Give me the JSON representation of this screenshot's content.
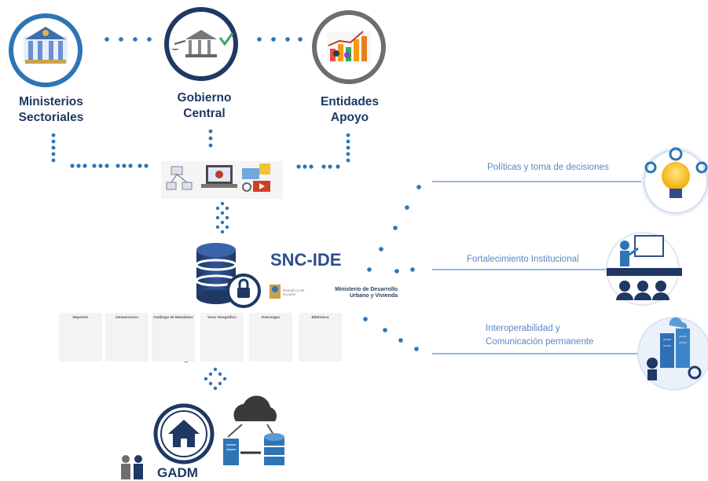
{
  "top_nodes": [
    {
      "label_line1": "Ministerios",
      "label_line2": "Sectoriales",
      "icon": "ministry-building-icon",
      "ring_color": "#2e75b6"
    },
    {
      "label_line1": "Gobierno",
      "label_line2": "Central",
      "icon": "government-scales-icon",
      "ring_color": "#203864"
    },
    {
      "label_line1": "Entidades",
      "label_line2": "Apoyo",
      "icon": "statistics-chart-icon",
      "ring_color": "#6e6e6e"
    }
  ],
  "center": {
    "title": "SNC-IDE",
    "ministry_line1": "Ministerio de Desarrollo",
    "ministry_line2": "Urbano y Vivienda",
    "small_seal_text": "República del Ecuador"
  },
  "modules": [
    {
      "label": "Reportes",
      "icon": "map-pin-icon"
    },
    {
      "label": "Geoservicios",
      "icon": "map-layers-icon"
    },
    {
      "label": "Catálogo de Metadatos",
      "icon": "database-icon"
    },
    {
      "label": "Visor Geográfico",
      "icon": "laptop-map-icon"
    },
    {
      "label": "Descargas",
      "icon": "download-globe-icon"
    },
    {
      "label": "Biblioteca",
      "icon": "books-icon"
    }
  ],
  "right_items": [
    {
      "label": "Políticas y toma de decisiones",
      "icon": "lightbulb-gears-icon"
    },
    {
      "label": "Fortalecimiento Institucional",
      "icon": "teacher-board-icon"
    },
    {
      "label_line1": "Interoperabilidad y",
      "label_line2": "Comunicación permanente",
      "icon": "server-network-icon"
    }
  ],
  "bottom": {
    "label": "GADM",
    "icon": "home-icon"
  },
  "colors": {
    "dots": "#2e75b6",
    "label": "#1f3864",
    "right_label": "#5b86c4"
  }
}
